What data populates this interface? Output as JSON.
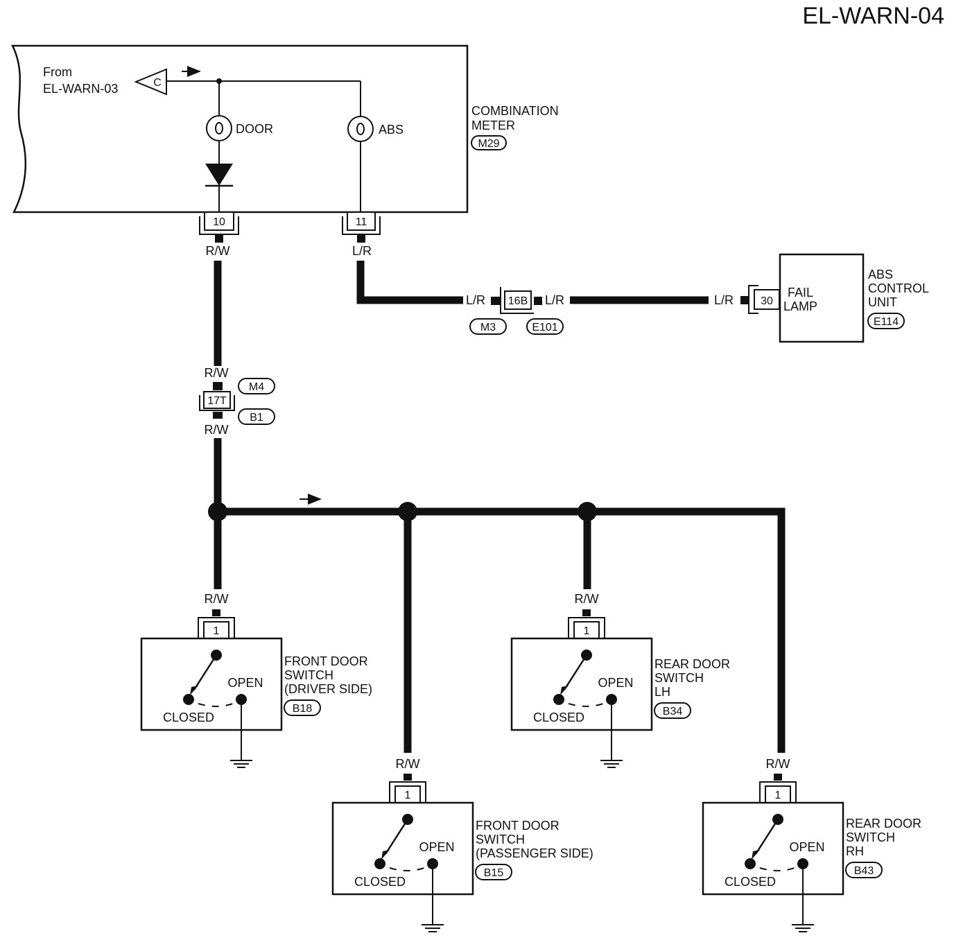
{
  "title": "EL-WARN-04",
  "source": {
    "line1": "From",
    "line2": "EL-WARN-03",
    "connector_letter": "C"
  },
  "combination_meter": {
    "line1": "COMBINATION",
    "line2": "METER",
    "connector": "M29"
  },
  "lamps": {
    "door": "DOOR",
    "abs": "ABS"
  },
  "meter_pins": {
    "door": "10",
    "abs": "11"
  },
  "wire_colors": {
    "rw": "R/W",
    "lr": "L/R"
  },
  "junction_mid": {
    "pin": "16B",
    "conn_left": "M3",
    "conn_right": "E101"
  },
  "junction_17t": {
    "pin": "17T",
    "conn_top": "M4",
    "conn_bottom": "B1"
  },
  "abs_unit": {
    "line1": "ABS",
    "line2": "CONTROL",
    "line3": "UNIT",
    "connector": "E114",
    "pin": "30",
    "inner1": "FAIL",
    "inner2": "LAMP"
  },
  "switch_states": {
    "open": "OPEN",
    "closed": "CLOSED"
  },
  "switches": [
    {
      "pin": "1",
      "line1": "FRONT DOOR",
      "line2": "SWITCH",
      "line3": "(DRIVER SIDE)",
      "connector": "B18"
    },
    {
      "pin": "1",
      "line1": "FRONT DOOR",
      "line2": "SWITCH",
      "line3": "(PASSENGER SIDE)",
      "connector": "B15"
    },
    {
      "pin": "1",
      "line1": "REAR DOOR",
      "line2": "SWITCH",
      "line3": "LH",
      "connector": "B34"
    },
    {
      "pin": "1",
      "line1": "REAR DOOR",
      "line2": "SWITCH",
      "line3": "RH",
      "connector": "B43"
    }
  ]
}
